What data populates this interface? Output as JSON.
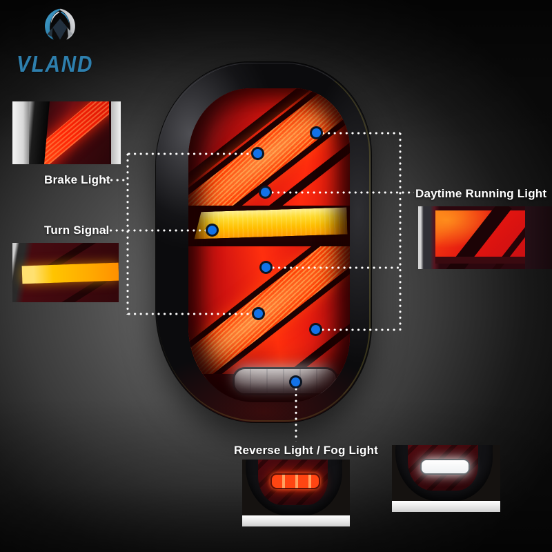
{
  "brand": {
    "logo_text": "VLAND"
  },
  "callouts": [
    {
      "id": "brake",
      "label": "Brake Light"
    },
    {
      "id": "drl",
      "label": "Daytime Running Light"
    },
    {
      "id": "turn",
      "label": "Turn Signal"
    },
    {
      "id": "reverse",
      "label": "Reverse Light / Fog Light"
    }
  ],
  "colors": {
    "callout_dot": "#1272e8",
    "callout_line": "#ffffff",
    "label_text": "#ffffff",
    "logo_blue": "#2e7fad",
    "turn_signal_amber": "#ffc400",
    "brake_red": "#ff2b0e",
    "reverse_white": "#f2f4f5",
    "background_gray": "#585858"
  }
}
